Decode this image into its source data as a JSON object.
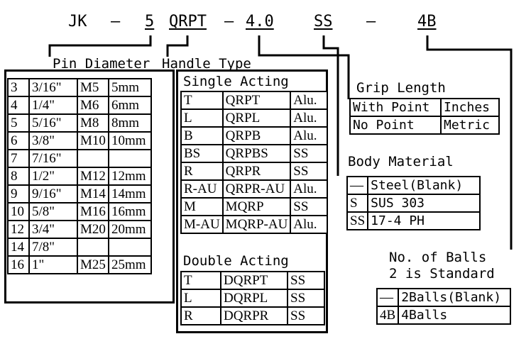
{
  "code": {
    "jk": "JK",
    "d1": "—",
    "n5": "5",
    "qrpt": "QRPT",
    "d2": "—",
    "len": "4.0",
    "ss": "SS",
    "d3": "—",
    "b4": "4B"
  },
  "pin": {
    "title": "Pin Diameter",
    "rows": [
      [
        "3",
        "3/16\"",
        "M5",
        "5mm"
      ],
      [
        "4",
        "1/4\"",
        "M6",
        "6mm"
      ],
      [
        "5",
        "5/16\"",
        "M8",
        "8mm"
      ],
      [
        "6",
        "3/8\"",
        "M10",
        "10mm"
      ],
      [
        "7",
        "7/16\"",
        "",
        ""
      ],
      [
        "8",
        "1/2\"",
        "M12",
        "12mm"
      ],
      [
        "9",
        "9/16\"",
        "M14",
        "14mm"
      ],
      [
        "10",
        "5/8\"",
        "M16",
        "16mm"
      ],
      [
        "12",
        "3/4\"",
        "M20",
        "20mm"
      ],
      [
        "14",
        "7/8\"",
        "",
        ""
      ],
      [
        "16",
        "1\"",
        "M25",
        "25mm"
      ]
    ]
  },
  "handle": {
    "title": "Handle Type",
    "single_title": "Single Acting",
    "single": [
      [
        "T",
        "QRPT",
        "Alu."
      ],
      [
        "L",
        "QRPL",
        "Alu."
      ],
      [
        "B",
        "QRPB",
        "Alu."
      ],
      [
        "BS",
        "QRPBS",
        "SS"
      ],
      [
        "R",
        "QRPR",
        "SS"
      ],
      [
        "R-AU",
        "QRPR-AU",
        "Alu."
      ],
      [
        "M",
        "MQRP",
        "SS"
      ],
      [
        "M-AU",
        "MQRP-AU",
        "Alu."
      ]
    ],
    "double_title": "Double Acting",
    "double": [
      [
        "T",
        "DQRPT",
        "SS"
      ],
      [
        "L",
        "DQRPL",
        "SS"
      ],
      [
        "R",
        "DQRPR",
        "SS"
      ]
    ]
  },
  "grip": {
    "title": "Grip Length",
    "rows": [
      [
        "With Point",
        "Inches"
      ],
      [
        "No Point",
        "Metric"
      ]
    ]
  },
  "body": {
    "title": "Body Material",
    "rows": [
      [
        "—",
        "Steel(Blank)"
      ],
      [
        "S",
        "SUS 303"
      ],
      [
        "SS",
        "17-4 PH"
      ]
    ]
  },
  "balls": {
    "title1": "No. of Balls",
    "title2": "2 is Standard",
    "rows": [
      [
        "—",
        "2Balls(Blank)"
      ],
      [
        "4B",
        "4Balls"
      ]
    ]
  }
}
